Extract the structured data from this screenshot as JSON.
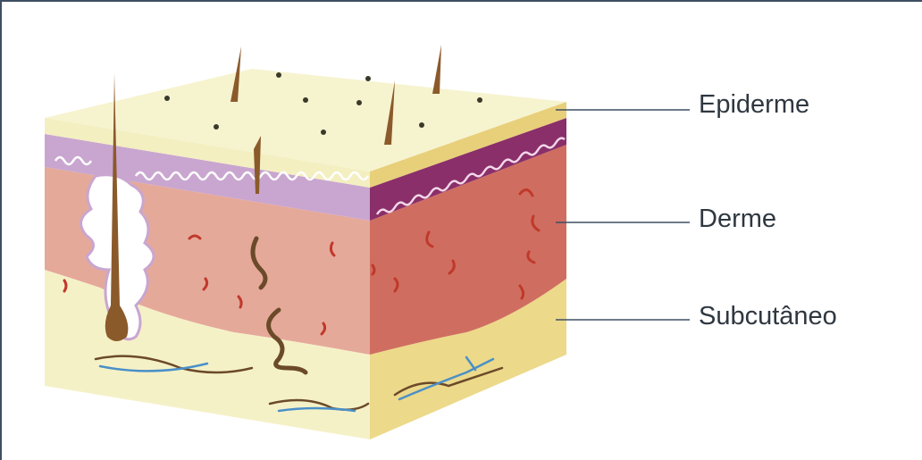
{
  "diagram": {
    "labels": [
      {
        "id": "epiderme",
        "text": "Epiderme"
      },
      {
        "id": "derme",
        "text": "Derme"
      },
      {
        "id": "subcutaneo",
        "text": "Subcutâneo"
      }
    ],
    "colors": {
      "epidermis_top": "#f6f3cf",
      "epidermis_front": "#f3efc1",
      "epidermis_side": "#e8cf7a",
      "basal_layer_front": "#c9a6d0",
      "basal_layer_side": "#8a2f6a",
      "dermis_front": "#e5a99a",
      "dermis_side": "#cf6e60",
      "subcutaneous_front": "#f5f1c7",
      "subcutaneous_side": "#ecd98a",
      "hair": "#8b5a2b",
      "blood_vessel": "#c0392b",
      "nerve": "#4a90c8",
      "leader_line": "#3f4f63"
    }
  }
}
